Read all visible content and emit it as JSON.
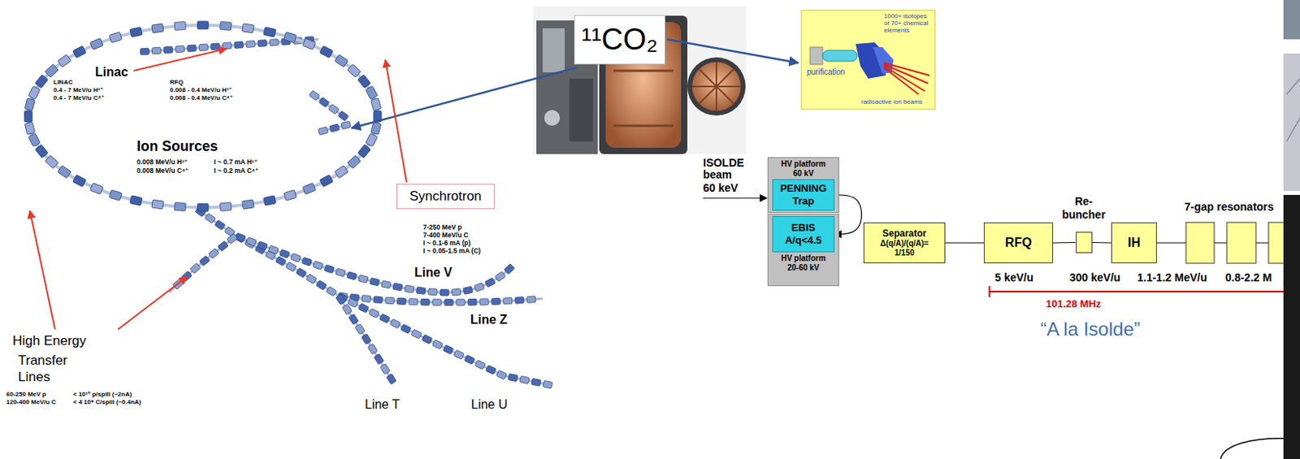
{
  "diagram": {
    "nodes": [
      {
        "text": [
          "Synchrotron"
        ]
      },
      {
        "text": [
          "¹¹CO₂"
        ]
      },
      {
        "text": [
          "HV platform 60 kV"
        ]
      },
      {
        "text": [
          "PENNING Trap"
        ],
        "in": 2
      },
      {
        "text": [
          "HV platform 20-60 kV"
        ]
      },
      {
        "text": [
          "EBIS A/q<4.5"
        ],
        "in": 4
      },
      {
        "text": [
          "Separator",
          "Δ(q/A)/(q/A)= 1/150"
        ]
      },
      {
        "text": [
          "RFQ"
        ]
      },
      {
        "text": [
          "Re- buncher"
        ]
      },
      {
        "text": [
          "IH"
        ]
      }
    ],
    "edges": [
      {
        "from": 3,
        "to": 5,
        "arrow": "to"
      },
      {
        "from": 6,
        "to": 7,
        "arrow": "none"
      },
      {
        "from": 7,
        "to": 8,
        "arrow": "none"
      },
      {
        "from": 8,
        "to": 9,
        "arrow": "none"
      }
    ],
    "labels": [
      "Linac",
      "LINAC",
      "0.4 - 7 MeV/u H³⁺",
      "0.4 - 7 MeV/u C⁴⁺",
      "RFQ",
      "0.008 - 0.4 MeV/u H³⁺",
      "0.008 - 0.4 MeV/u C⁴⁺",
      "Ion Sources",
      "0.008 MeV/u H³⁺",
      "I ~ 0.7 mA H³⁺",
      "0.008 MeV/u C⁴⁺",
      "I ~ 0.2 mA C⁴⁺",
      "7-250 MeV p",
      "7-400 MeV/u C",
      "I ~ 0.1-6 mA (p)",
      "I ~ 0.05-1.5 mA (C)",
      "Line V",
      "Line Z",
      "High Energy",
      "Transfer Lines",
      "60-250 MeV p",
      "< 10¹⁰ p/spill (~2nA)",
      "120-400 MeV/u C",
      "< 4 10⁸ C/spill (~0.4nA)",
      "Line T",
      "Line U",
      "1000+ isotopes of 70+ chemical elements",
      "purification",
      "radioactive ion beams",
      "ISOLDE beam",
      "60 keV",
      "7-gap resonators",
      "5 keV/u",
      "300 keV/u",
      "1.1-1.2 MeV/u",
      "0.8-2.2 M",
      "101.28 MHz",
      "“A la Isolde”"
    ]
  }
}
